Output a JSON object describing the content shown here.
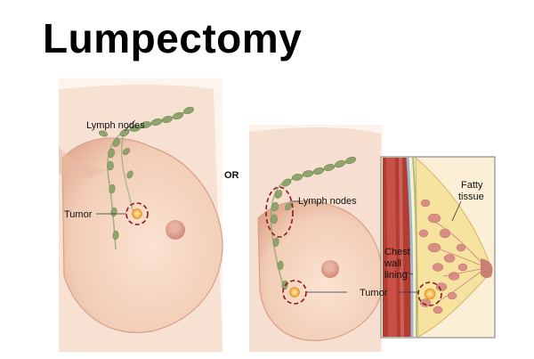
{
  "title": "Lumpectomy",
  "labels": {
    "lymph_nodes_left": "Lymph nodes",
    "tumor_left": "Tumor",
    "or": "OR",
    "lymph_nodes_right": "Lymph nodes",
    "tumor_right": "Tumor",
    "chest_wall_lining": [
      "Chest",
      "wall",
      "lining"
    ],
    "fatty_tissue": [
      "Fatty",
      "tissue"
    ]
  },
  "colors": {
    "skin": "#f4d2bd",
    "skin_shadow": "#e3ad94",
    "node": "#8fa46c",
    "tumor": "#f0a52c",
    "dashed_circle": "#8b1a1a",
    "fat": "#f6e7a8",
    "lobule": "#d98f86",
    "muscle": "#c2443a"
  }
}
